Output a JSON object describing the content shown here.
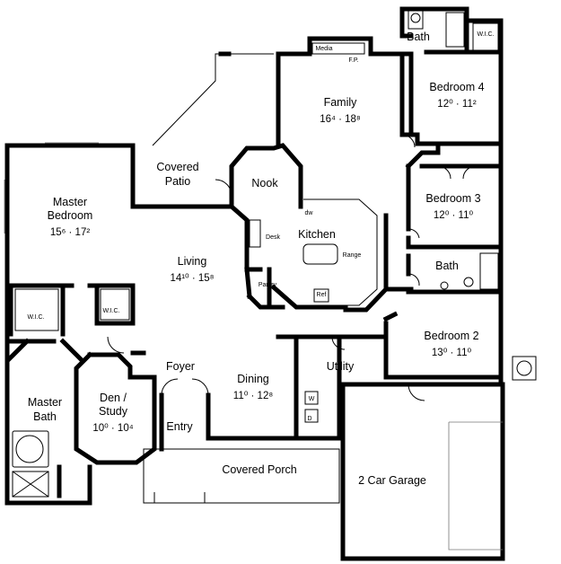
{
  "rooms": {
    "bath_top": "Bath",
    "wic_top": "W.I.C.",
    "media": "Media",
    "fp": "F.P.",
    "family": "Family",
    "family_dim": "16⁴ · 18⁸",
    "bedroom4": "Bedroom 4",
    "bedroom4_dim": "12⁰ · 11²",
    "covered_patio_1": "Covered",
    "covered_patio_2": "Patio",
    "nook": "Nook",
    "master_1": "Master",
    "master_2": "Bedroom",
    "master_dim": "15⁶ · 17²",
    "dw": "dw",
    "desk": "Desk",
    "kitchen": "Kitchen",
    "range": "Range",
    "pantry": "Pantry",
    "ref": "Ref",
    "bedroom3": "Bedroom 3",
    "bedroom3_dim": "12⁰ · 11⁰",
    "bath_mid": "Bath",
    "living": "Living",
    "living_dim": "14¹⁰ · 15⁸",
    "wic_1": "W.I.C.",
    "wic_2": "W.I.C.",
    "bedroom2": "Bedroom 2",
    "bedroom2_dim": "13⁰ · 11⁰",
    "foyer": "Foyer",
    "utility": "Utility",
    "master_bath_1": "Master",
    "master_bath_2": "Bath",
    "den_1": "Den /",
    "den_2": "Study",
    "den_dim": "10⁰ · 10⁴",
    "dining": "Dining",
    "dining_dim": "11⁰ · 12⁸",
    "w": "W",
    "d": "D",
    "entry": "Entry",
    "covered_porch": "Covered Porch",
    "garage": "2 Car Garage"
  }
}
